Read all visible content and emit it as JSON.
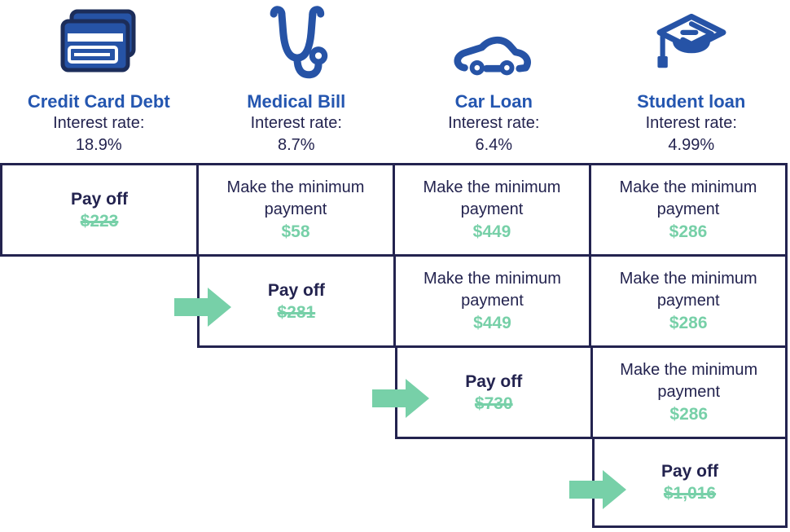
{
  "colors": {
    "blue": "#2653A6",
    "blue_heading": "#2456B0",
    "navy": "#23234F",
    "green": "#77D0A8",
    "icon_outline": "#1C2D5A"
  },
  "columns": [
    {
      "icon": "credit-card-icon",
      "title": "Credit Card Debt",
      "interest_label": "Interest rate:",
      "rate": "18.9%"
    },
    {
      "icon": "stethoscope-icon",
      "title": "Medical Bill",
      "interest_label": "Interest rate:",
      "rate": "8.7%"
    },
    {
      "icon": "car-icon",
      "title": "Car Loan",
      "interest_label": "Interest rate:",
      "rate": "6.4%"
    },
    {
      "icon": "graduation-cap-icon",
      "title": "Student loan",
      "interest_label": "Interest rate:",
      "rate": "4.99%"
    }
  ],
  "table": {
    "payoff_label": "Pay off",
    "min_line1": "Make the minimum",
    "min_line2": "payment",
    "rows": [
      {
        "cells": [
          {
            "kind": "payoff",
            "amount": "$223",
            "strikethrough": true
          },
          {
            "kind": "minimum",
            "amount": "$58"
          },
          {
            "kind": "minimum",
            "amount": "$449"
          },
          {
            "kind": "minimum",
            "amount": "$286"
          }
        ]
      },
      {
        "arrow": "arrow-right-icon",
        "cells": [
          {
            "kind": "payoff",
            "amount": "$281",
            "strikethrough": true
          },
          {
            "kind": "minimum",
            "amount": "$449"
          },
          {
            "kind": "minimum",
            "amount": "$286"
          }
        ]
      },
      {
        "arrow": "arrow-right-icon",
        "cells": [
          {
            "kind": "payoff",
            "amount": "$730",
            "strikethrough": true
          },
          {
            "kind": "minimum",
            "amount": "$286"
          }
        ]
      },
      {
        "arrow": "arrow-right-icon",
        "cells": [
          {
            "kind": "payoff",
            "amount": "$1,016",
            "strikethrough": true
          }
        ]
      }
    ]
  }
}
